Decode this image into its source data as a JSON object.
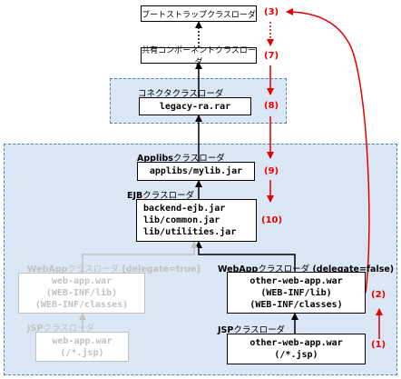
{
  "nodes": {
    "bootstrap": "ブートストラップクラスローダ",
    "common": "共有コンポーネントクラスローダ",
    "connector": {
      "label": "コネクタクラスローダ",
      "jars": [
        "legacy-ra.rar"
      ]
    },
    "applibs": {
      "label_bold": "Applibs",
      "label_rest": "クラスローダ",
      "jars": [
        "applibs/mylib.jar"
      ]
    },
    "ejb": {
      "label_bold": "EJB",
      "label_rest": "クラスローダ",
      "jars": [
        "backend-ejb.jar",
        "lib/common.jar",
        "lib/utilities.jar"
      ]
    },
    "webapp_left": {
      "label_bold": "WebApp",
      "label_rest": "クラスローダ",
      "label_suffix": " [delegate=true]",
      "jars": [
        "web-app.war",
        "(WEB-INF/lib)",
        "(WEB-INF/classes)"
      ]
    },
    "jsp_left": {
      "label_bold": "JSP",
      "label_rest": "クラスローダ",
      "jars": [
        "web-app.war",
        "(/*.jsp)"
      ]
    },
    "webapp_right": {
      "label_bold": "WebApp",
      "label_rest": "クラスローダ",
      "label_suffix": " (delegate=false)",
      "jars": [
        "other-web-app.war",
        "(WEB-INF/lib)",
        "(WEB-INF/classes)"
      ]
    },
    "jsp_right": {
      "label_bold": "JSP",
      "label_rest": "クラスローダ",
      "jars": [
        "other-web-app.war",
        "(/*.jsp)"
      ]
    }
  },
  "steps": [
    "(1)",
    "(2)",
    "(3)",
    "(7)",
    "(8)",
    "(9)",
    "(10)"
  ],
  "colors": {
    "panel_fill": "#dce7f5",
    "panel_border": "#4f81bd",
    "red": "#e60000",
    "ghost": "#c2c2c2"
  }
}
